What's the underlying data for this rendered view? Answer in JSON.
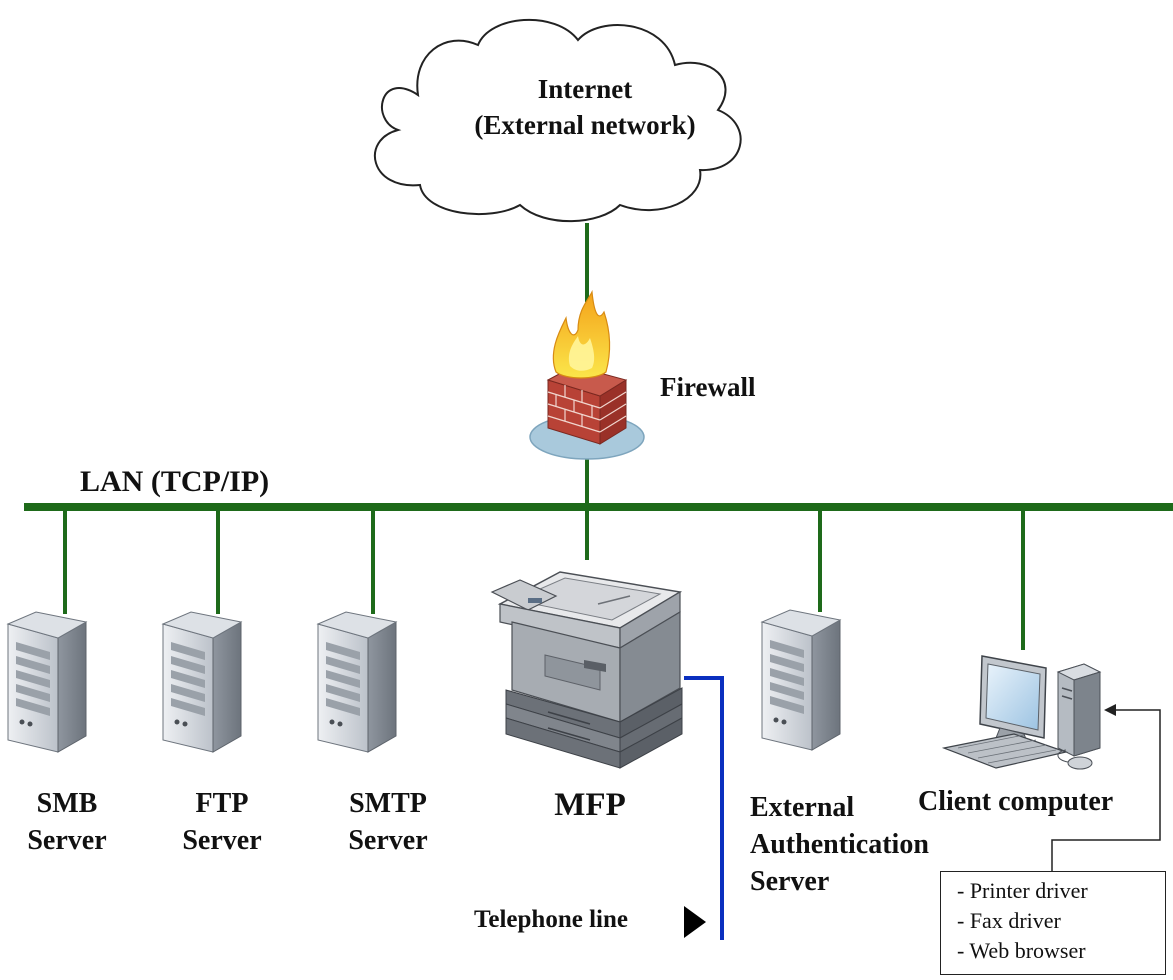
{
  "internet": {
    "line1": "Internet",
    "line2": "(External network)"
  },
  "firewall": {
    "label": "Firewall"
  },
  "lan": {
    "label": "LAN (TCP/IP)"
  },
  "servers": {
    "smb": {
      "line1": "SMB",
      "line2": "Server"
    },
    "ftp": {
      "line1": "FTP",
      "line2": "Server"
    },
    "smtp": {
      "line1": "SMTP",
      "line2": "Server"
    },
    "auth": {
      "line1": "External",
      "line2": "Authentication",
      "line3": "Server"
    }
  },
  "mfp": {
    "label": "MFP"
  },
  "telephone": {
    "label": "Telephone line"
  },
  "client": {
    "label": "Client computer"
  },
  "software": [
    "- Printer driver",
    "- Fax driver",
    "- Web browser"
  ],
  "colors": {
    "network_line": "#1e6a1a",
    "telephone_line": "#0a2fbf",
    "firewall_brick": "#b84236",
    "flame": "#f6d10f"
  }
}
